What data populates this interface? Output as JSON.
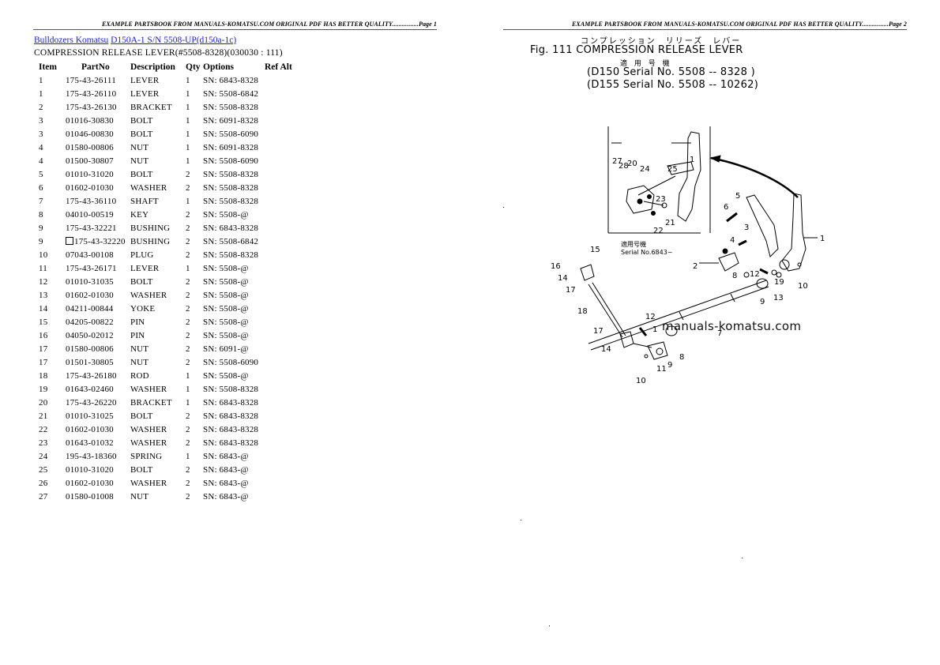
{
  "page1": {
    "header": "EXAMPLE PARTSBOOK FROM MANUALS-KOMATSU.COM ORIGINAL PDF HAS BETTER QUALITY................Page 1",
    "breadcrumb": {
      "link1": "Bulldozers Komatsu",
      "link2": "D150A-1 S/N 5508-UP(d150a-1c)"
    },
    "subtitle": "COMPRESSION RELEASE LEVER(#5508-8328)(030030 : 111)",
    "table": {
      "headers": [
        "Item",
        "PartNo",
        "Description",
        "Qty",
        "Options",
        "Ref Alt"
      ],
      "rows": [
        {
          "item": "1",
          "part": "175-43-26111",
          "desc": "LEVER",
          "qty": "1",
          "opt": "SN: 6843-8328",
          "ref": ""
        },
        {
          "item": "1",
          "part": "175-43-26110",
          "desc": "LEVER",
          "qty": "1",
          "opt": "SN: 5508-6842",
          "ref": ""
        },
        {
          "item": "2",
          "part": "175-43-26130",
          "desc": "BRACKET",
          "qty": "1",
          "opt": "SN: 5508-8328",
          "ref": ""
        },
        {
          "item": "3",
          "part": "01016-30830",
          "desc": "BOLT",
          "qty": "1",
          "opt": "SN: 6091-8328",
          "ref": ""
        },
        {
          "item": "3",
          "part": "01046-00830",
          "desc": "BOLT",
          "qty": "1",
          "opt": "SN: 5508-6090",
          "ref": ""
        },
        {
          "item": "4",
          "part": "01580-00806",
          "desc": "NUT",
          "qty": "1",
          "opt": "SN: 6091-8328",
          "ref": ""
        },
        {
          "item": "4",
          "part": "01500-30807",
          "desc": "NUT",
          "qty": "1",
          "opt": "SN: 5508-6090",
          "ref": ""
        },
        {
          "item": "5",
          "part": "01010-31020",
          "desc": "BOLT",
          "qty": "2",
          "opt": "SN: 5508-8328",
          "ref": ""
        },
        {
          "item": "6",
          "part": "01602-01030",
          "desc": "WASHER",
          "qty": "2",
          "opt": "SN: 5508-8328",
          "ref": ""
        },
        {
          "item": "7",
          "part": "175-43-36110",
          "desc": "SHAFT",
          "qty": "1",
          "opt": "SN: 5508-8328",
          "ref": ""
        },
        {
          "item": "8",
          "part": "04010-00519",
          "desc": "KEY",
          "qty": "2",
          "opt": "SN: 5508-@",
          "ref": ""
        },
        {
          "item": "9",
          "part": "175-43-32221",
          "desc": "BUSHING",
          "qty": "2",
          "opt": "SN: 6843-8328",
          "ref": ""
        },
        {
          "item": "9",
          "part": "175-43-32220",
          "desc": "BUSHING",
          "qty": "2",
          "opt": "SN: 5508-6842",
          "ref": "",
          "box": true
        },
        {
          "item": "10",
          "part": "07043-00108",
          "desc": "PLUG",
          "qty": "2",
          "opt": "SN: 5508-8328",
          "ref": ""
        },
        {
          "item": "11",
          "part": "175-43-26171",
          "desc": "LEVER",
          "qty": "1",
          "opt": "SN: 5508-@",
          "ref": ""
        },
        {
          "item": "12",
          "part": "01010-31035",
          "desc": "BOLT",
          "qty": "2",
          "opt": "SN: 5508-@",
          "ref": ""
        },
        {
          "item": "13",
          "part": "01602-01030",
          "desc": "WASHER",
          "qty": "2",
          "opt": "SN: 5508-@",
          "ref": ""
        },
        {
          "item": "14",
          "part": "04211-00844",
          "desc": "YOKE",
          "qty": "2",
          "opt": "SN: 5508-@",
          "ref": ""
        },
        {
          "item": "15",
          "part": "04205-00822",
          "desc": "PIN",
          "qty": "2",
          "opt": "SN: 5508-@",
          "ref": ""
        },
        {
          "item": "16",
          "part": "04050-02012",
          "desc": "PIN",
          "qty": "2",
          "opt": "SN: 5508-@",
          "ref": ""
        },
        {
          "item": "17",
          "part": "01580-00806",
          "desc": "NUT",
          "qty": "2",
          "opt": "SN: 6091-@",
          "ref": ""
        },
        {
          "item": "17",
          "part": "01501-30805",
          "desc": "NUT",
          "qty": "2",
          "opt": "SN: 5508-6090",
          "ref": ""
        },
        {
          "item": "18",
          "part": "175-43-26180",
          "desc": "ROD",
          "qty": "1",
          "opt": "SN: 5508-@",
          "ref": ""
        },
        {
          "item": "19",
          "part": "01643-02460",
          "desc": "WASHER",
          "qty": "1",
          "opt": "SN: 5508-8328",
          "ref": ""
        },
        {
          "item": "20",
          "part": "175-43-26220",
          "desc": "BRACKET",
          "qty": "1",
          "opt": "SN: 6843-8328",
          "ref": ""
        },
        {
          "item": "21",
          "part": "01010-31025",
          "desc": "BOLT",
          "qty": "2",
          "opt": "SN: 6843-8328",
          "ref": ""
        },
        {
          "item": "22",
          "part": "01602-01030",
          "desc": "WASHER",
          "qty": "2",
          "opt": "SN: 6843-8328",
          "ref": ""
        },
        {
          "item": "23",
          "part": "01643-01032",
          "desc": "WASHER",
          "qty": "2",
          "opt": "SN: 6843-8328",
          "ref": ""
        },
        {
          "item": "24",
          "part": "195-43-18360",
          "desc": "SPRING",
          "qty": "1",
          "opt": "SN: 6843-@",
          "ref": ""
        },
        {
          "item": "25",
          "part": "01010-31020",
          "desc": "BOLT",
          "qty": "2",
          "opt": "SN: 6843-@",
          "ref": ""
        },
        {
          "item": "26",
          "part": "01602-01030",
          "desc": "WASHER",
          "qty": "2",
          "opt": "SN: 6843-@",
          "ref": ""
        },
        {
          "item": "27",
          "part": "01580-01008",
          "desc": "NUT",
          "qty": "2",
          "opt": "SN: 6843-@",
          "ref": ""
        }
      ]
    }
  },
  "page2": {
    "header": "EXAMPLE PARTSBOOK FROM MANUALS-KOMATSU.COM ORIGINAL PDF HAS BETTER QUALITY................Page 2",
    "figure": {
      "jp_title": "コンプレッション　リリーズ　レバー",
      "title": "Fig. 111  COMPRESSION  RELEASE  LEVER",
      "jp_applicable": "適 用 号 機",
      "serial1": "(D150  Serial  No. 5508 -- 8328  )",
      "serial2": "(D155  Serial  No. 5508 -- 10262)",
      "inset_caption_jp": "適用号機",
      "inset_caption": "Serial No.6843~",
      "watermark": "manuals-komatsu.com",
      "callouts": [
        "1",
        "2",
        "3",
        "4",
        "5",
        "6",
        "7",
        "8",
        "9",
        "10",
        "11",
        "12",
        "13",
        "14",
        "15",
        "16",
        "17",
        "18",
        "19",
        "20",
        "21",
        "22",
        "23",
        "24",
        "25",
        "27",
        "28"
      ]
    }
  }
}
